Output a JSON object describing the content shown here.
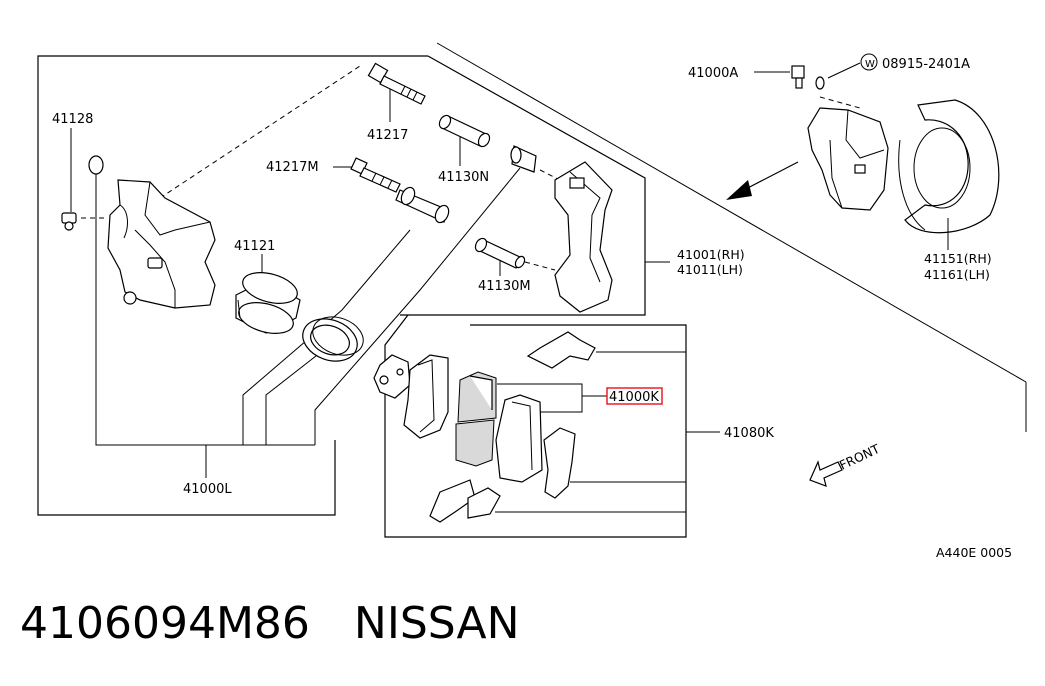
{
  "labels": {
    "p41128": "41128",
    "p41217": "41217",
    "p41217m": "41217M",
    "p41130n": "41130N",
    "p41121": "41121",
    "p41130m": "41130M",
    "p41001": "41001(RH)",
    "p41011": "41011(LH)",
    "p41000l": "41000L",
    "p41000k": "41000K",
    "p41080k": "41080K",
    "p41000a": "41000A",
    "washer_code": "W",
    "p08915": "08915-2401A",
    "p41151": "41151(RH)",
    "p41161": "41161(LH)",
    "front": "FRONT",
    "diagram_code": "A440E 0005"
  },
  "footer": {
    "part_number": "4106094M86",
    "brand": "NISSAN"
  },
  "colors": {
    "highlight": "#e8202a",
    "line": "#000000"
  }
}
